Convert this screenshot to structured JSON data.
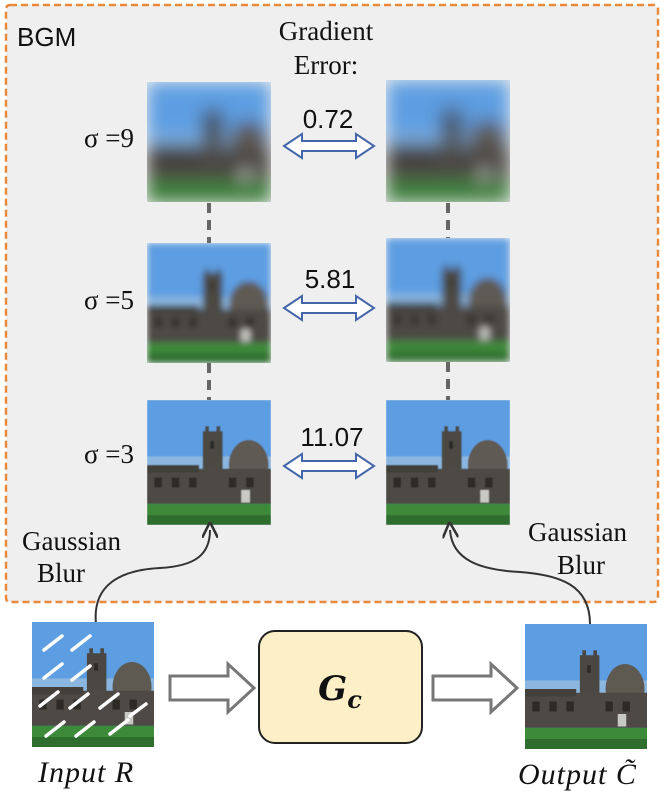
{
  "panel": {
    "title": "BGM"
  },
  "header": {
    "line1": "Gradient",
    "line2": "Error:"
  },
  "rows": [
    {
      "sigma_label": "σ =9",
      "gradient_error": "0.72"
    },
    {
      "sigma_label": "σ =5",
      "gradient_error": "5.81"
    },
    {
      "sigma_label": "σ =3",
      "gradient_error": "11.07"
    }
  ],
  "left_blur": {
    "line1": "Gaussian",
    "line2": "Blur"
  },
  "right_blur": {
    "line1": "Gaussian",
    "line2": "Blur"
  },
  "generator": {
    "symbol": "G",
    "subscript": "c"
  },
  "input_label": "Input R",
  "output_label": "Output C̃",
  "colors": {
    "panel_border": "#e8893c",
    "panel_fill": "#efefef",
    "generator_fill": "#fdf0c6",
    "double_arrow": "#4466aa",
    "sky": "#3f86d6",
    "grass": "#3d8a3a"
  }
}
